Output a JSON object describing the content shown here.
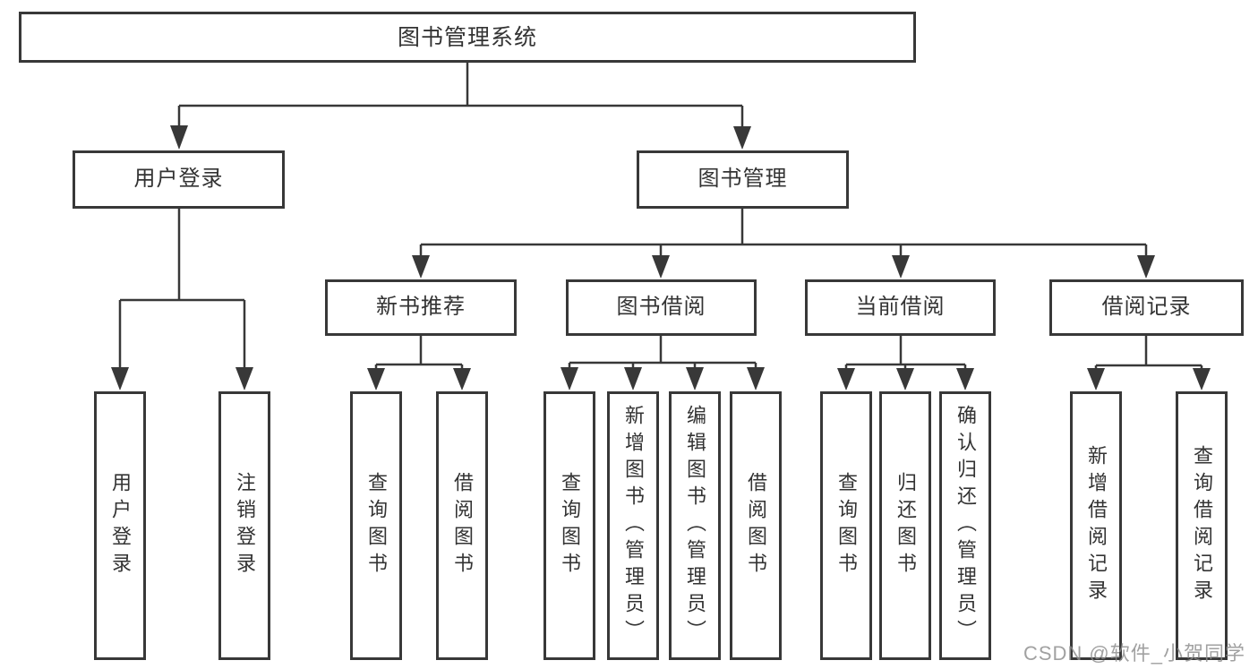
{
  "diagram_title": "图书管理系统",
  "tree": {
    "root": "图书管理系统",
    "branches": [
      {
        "label": "用户登录",
        "children": [
          "用户登录",
          "注销登录"
        ]
      },
      {
        "label": "图书管理",
        "groups": [
          {
            "label": "新书推荐",
            "children": [
              "查询图书",
              "借阅图书"
            ]
          },
          {
            "label": "图书借阅",
            "children": [
              "查询图书",
              "新增图书（管理员）",
              "编辑图书（管理员）",
              "借阅图书"
            ]
          },
          {
            "label": "当前借阅",
            "children": [
              "查询图书",
              "归还图书",
              "确认归还（管理员）"
            ]
          },
          {
            "label": "借阅记录",
            "children": [
              "新增借阅记录",
              "查询借阅记录"
            ]
          }
        ]
      }
    ]
  },
  "watermark": "CSDN @软件_小贺同学",
  "colors": {
    "line": "#383838",
    "box_border": "#383838",
    "text": "#333333",
    "watermark": "#8c8c8c",
    "background": "#ffffff"
  }
}
